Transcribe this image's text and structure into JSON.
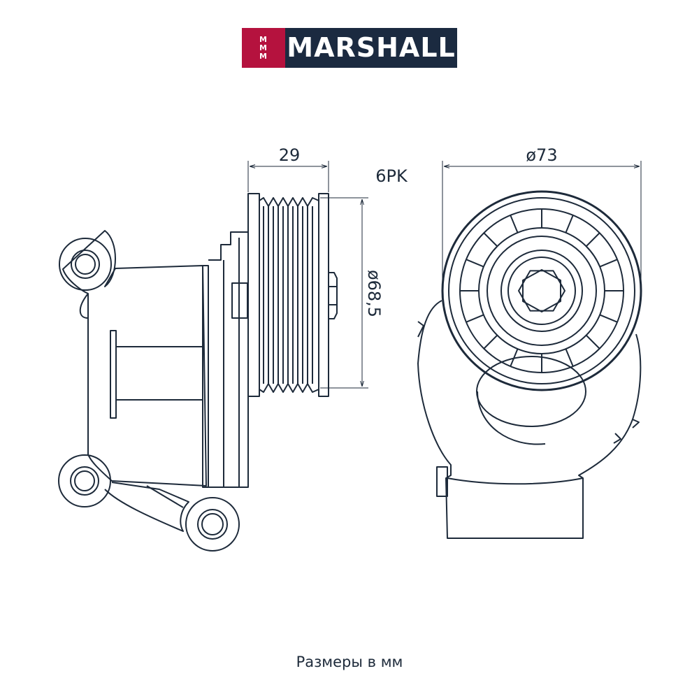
{
  "brand": {
    "mark_lines": [
      "M",
      "M",
      "M"
    ],
    "name": "MARSHALL",
    "colors": {
      "mark": "#b5123e",
      "name_bg": "#1b2a40",
      "line": "#1d2a3a"
    }
  },
  "dimensions": {
    "width_label": "29",
    "belt_profile": "6PK",
    "pulley_diameter": "ø68,5",
    "outer_diameter": "ø73"
  },
  "caption": "Размеры в мм"
}
